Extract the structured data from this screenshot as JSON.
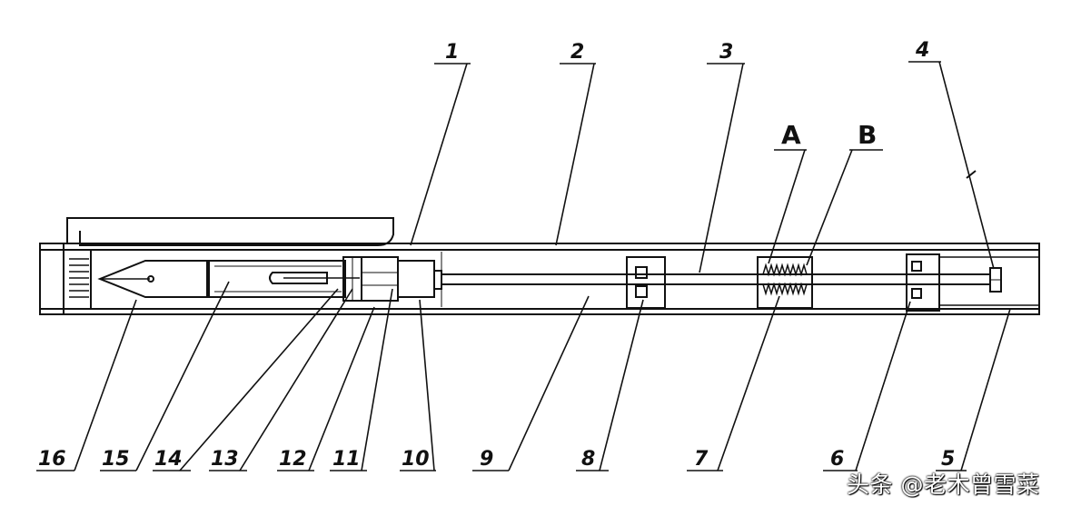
{
  "diagram": {
    "top_labels": [
      {
        "id": "p1",
        "text": "1"
      },
      {
        "id": "p2",
        "text": "2"
      },
      {
        "id": "p3",
        "text": "3"
      },
      {
        "id": "p4",
        "text": "4"
      },
      {
        "id": "pA",
        "text": "A"
      },
      {
        "id": "pB",
        "text": "B"
      }
    ],
    "bottom_labels": [
      {
        "id": "p16",
        "text": "16"
      },
      {
        "id": "p15",
        "text": "15"
      },
      {
        "id": "p14",
        "text": "14"
      },
      {
        "id": "p13",
        "text": "13"
      },
      {
        "id": "p12",
        "text": "12"
      },
      {
        "id": "p11",
        "text": "11"
      },
      {
        "id": "p10",
        "text": "10"
      },
      {
        "id": "p9",
        "text": "9"
      },
      {
        "id": "p8",
        "text": "8"
      },
      {
        "id": "p7",
        "text": "7"
      },
      {
        "id": "p6",
        "text": "6"
      },
      {
        "id": "p5",
        "text": "5"
      }
    ]
  },
  "watermark": {
    "text": "头条 @老木曾雪菜"
  }
}
